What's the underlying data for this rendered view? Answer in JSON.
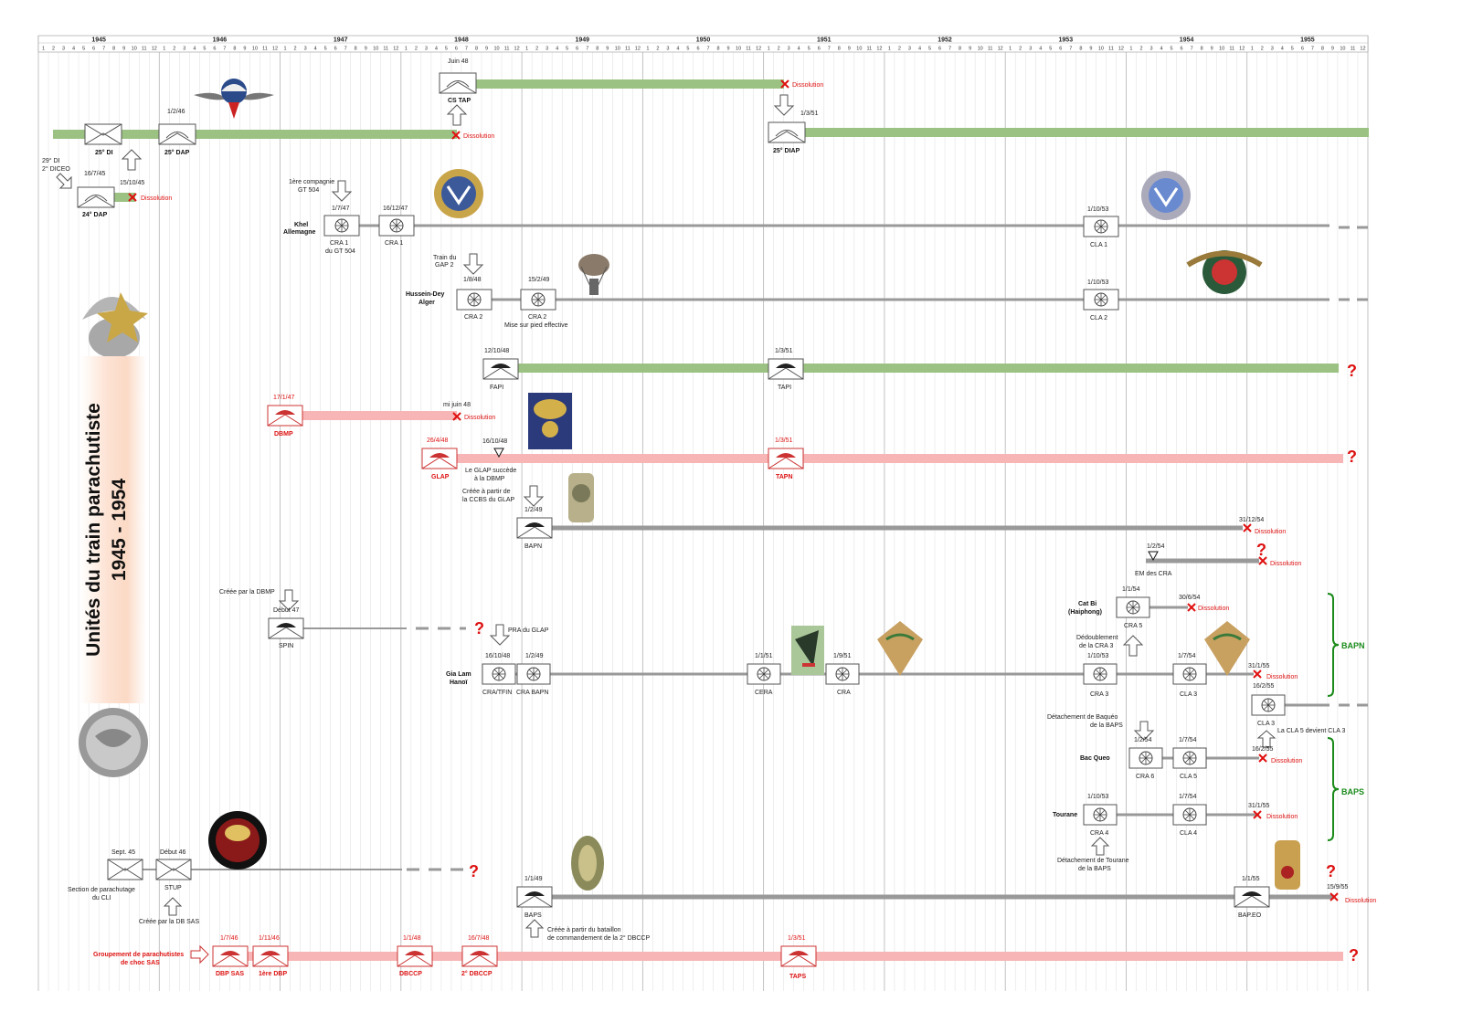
{
  "title": "Unités du train parachutiste",
  "subtitle": "1945 - 1954",
  "timeline": {
    "years": [
      "1945",
      "1946",
      "1947",
      "1948",
      "1949",
      "1950",
      "1951",
      "1952",
      "1953",
      "1954",
      "1955"
    ],
    "months": [
      "1",
      "2",
      "3",
      "4",
      "5",
      "6",
      "7",
      "8",
      "9",
      "10",
      "11",
      "12"
    ]
  },
  "colors": {
    "airborne_line": "#9bc282",
    "train_line": "#999999",
    "red_line": "#f7b5b5",
    "red": "#d11111",
    "bracket": "#1a8a1a"
  },
  "labels": {
    "l01": "25° DI",
    "l02": "1/2/46",
    "l03": "25° DAP",
    "l04": "Dissolution",
    "l05": "Juin 48",
    "l06": "CS TAP",
    "l07": "Dissolution",
    "l08": "1/3/51",
    "l09": "25° DIAP",
    "l10": "29° DI",
    "l11": "2° DICEO",
    "l12": "16/7/45",
    "l13": "15/10/45",
    "l14": "24° DAP",
    "l15": "Dissolution",
    "l16": "1ère compagnie",
    "l17": "GT 504",
    "l18": "1/7/47",
    "l19": "16/12/47",
    "l20": "Khel",
    "l21": "Allemagne",
    "l22": "CRA 1",
    "l23": "du GT 504",
    "l24": "CRA 1",
    "l25": "1/10/53",
    "l26": "CLA 1",
    "l27": "Train du",
    "l28": "GAP 2",
    "l29": "1/8/48",
    "l30": "15/2/49",
    "l31": "Hussein-Dey",
    "l32": "Alger",
    "l33": "CRA 2",
    "l34": "CRA 2",
    "l35": "Mise sur pied effective",
    "l36": "1/10/53",
    "l37": "CLA 2",
    "l38": "12/10/48",
    "l39": "FAPI",
    "l40": "1/3/51",
    "l41": "TAPI",
    "l42": "17/1/47",
    "l43": "DBMP",
    "l44": "mi juin 48",
    "l45": "Dissolution",
    "l46": "26/4/48",
    "l47": "GLAP",
    "l48": "16/10/48",
    "l49": "Le GLAP succède",
    "l50": "à la DBMP",
    "l51": "1/3/51",
    "l52": "TAPN",
    "l53": "Créée à partir de",
    "l54": "la CCBS du GLAP",
    "l55": "1/2/49",
    "l56": "BAPN",
    "l57": "31/12/54",
    "l58": "Dissolution",
    "l59": "1/2/54",
    "l60": "Dissolution",
    "l61": "EM des CRA",
    "l62": "Créée par la DBMP",
    "l63": "Début 47",
    "l64": "SPIN",
    "l65": "PRA du GLAP",
    "l66": "16/10/48",
    "l67": "1/2/49",
    "l68": "Gia Lam",
    "l69": "Hanoï",
    "l70": "CRA/TFIN",
    "l71": "CRA BAPN",
    "l72": "1/1/51",
    "l73": "CERA",
    "l74": "1/9/51",
    "l75": "CRA",
    "l76": "1/1/54",
    "l77": "Cat Bi",
    "l78": "(Haiphong)",
    "l79": "CRA 5",
    "l80": "30/6/54",
    "l81": "Dissolution",
    "l82": "Dédoublement",
    "l83": "de la CRA 3",
    "l84": "1/10/53",
    "l85": "CRA 3",
    "l86": "1/7/54",
    "l87": "CLA 3",
    "l88": "31/1/55",
    "l89": "Dissolution",
    "l90": "16/2/55",
    "l91": "CLA 3",
    "l92": "La CLA 5 devient CLA 3",
    "l93": "Détachement de Baquéo",
    "l94": "de la BAPS",
    "l95": "1/2/54",
    "l96": "1/7/54",
    "l97": "Bac Queo",
    "l98": "CRA 6",
    "l99": "CLA 5",
    "l100": "16/2/55",
    "l101": "Dissolution",
    "l102": "1/10/53",
    "l103": "1/7/54",
    "l104": "Tourane",
    "l105": "CRA 4",
    "l106": "CLA 4",
    "l107": "31/1/55",
    "l108": "Dissolution",
    "l109": "Détachement de Tourane",
    "l110": "de la BAPS",
    "l111": "BAPN",
    "l112": "BAPS",
    "l113": "Sept. 45",
    "l114": "Début 46",
    "l115": "Section de parachutage",
    "l116": "du CLI",
    "l117": "STUP",
    "l118": "Créée par la DB SAS",
    "l119": "1/1/49",
    "l120": "BAPS",
    "l121": "Créée à partir du bataillon",
    "l122": "de commandement de la 2° DBCCP",
    "l123": "1/1/55",
    "l124": "BAP.EO",
    "l125": "15/9/55",
    "l126": "Dissolution",
    "l127": "Groupement de parachutistes",
    "l128": "de choc SAS",
    "l129": "1/7/46",
    "l130": "DBP SAS",
    "l131": "1/11/46",
    "l132": "1ère DBP",
    "l133": "1/1/48",
    "l134": "DBCCP",
    "l135": "16/7/48",
    "l136": "2° DBCCP",
    "l137": "1/3/51",
    "l138": "TAPS"
  }
}
